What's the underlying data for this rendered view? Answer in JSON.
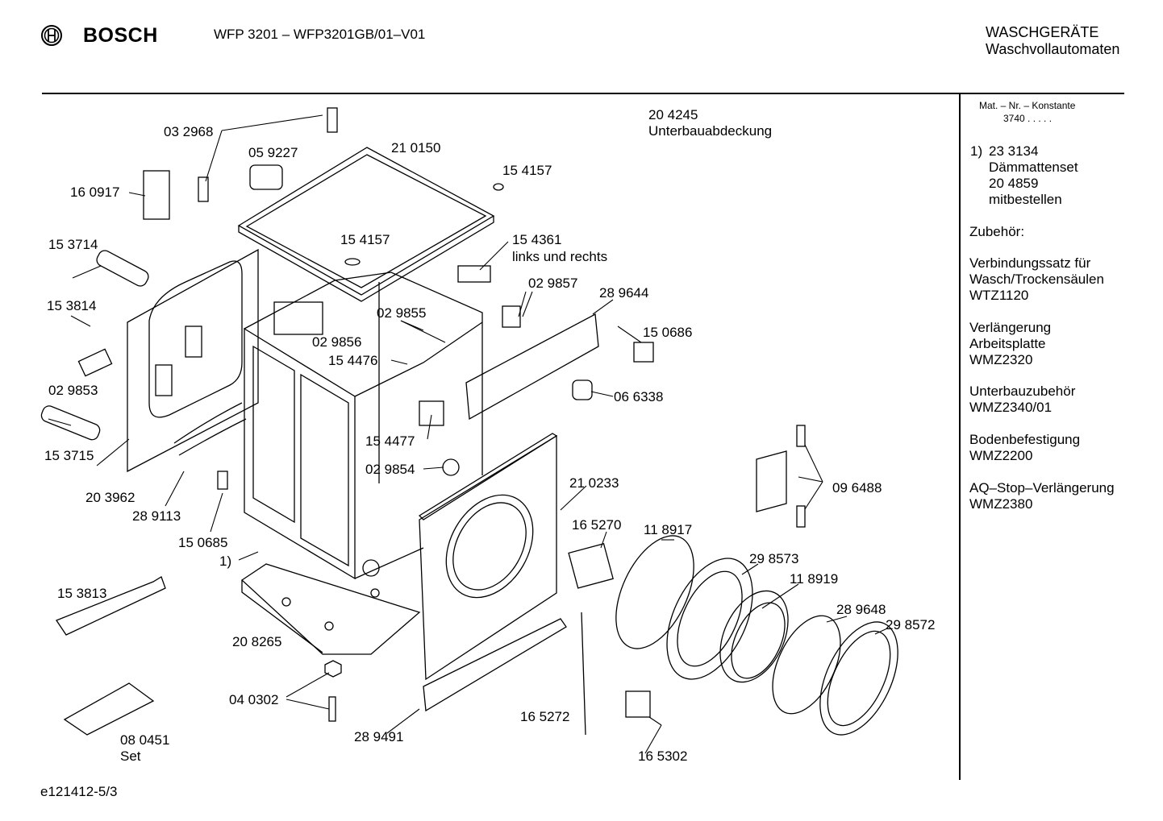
{
  "header": {
    "brand": "BOSCH",
    "model": "WFP 3201 – WFP3201GB/01–V01",
    "category_line1": "WASCHGERÄTE",
    "category_line2": "Waschvollautomaten"
  },
  "parts": {
    "p032968": "03 2968",
    "p059227": "05 9227",
    "p210150": "21 0150",
    "p204245": "20 4245",
    "p204245_desc": "Unterbauabdeckung",
    "p160917": "16 0917",
    "p154157_a": "15 4157",
    "p153714": "15 3714",
    "p154157_b": "15 4157",
    "p154361": "15 4361",
    "p154361_desc": "links und rechts",
    "p153814": "15 3814",
    "p029857": "02 9857",
    "p289644": "28 9644",
    "p029855": "02 9855",
    "p150686": "15 0686",
    "p029856": "02 9856",
    "p154476": "15 4476",
    "p029853": "02 9853",
    "p066338": "06 6338",
    "p153715": "15 3715",
    "p154477": "15 4477",
    "p203962": "20 3962",
    "p029854": "02 9854",
    "p289113": "28 9113",
    "p210233": "21 0233",
    "p096488": "09 6488",
    "p150685": "15 0685",
    "p165270": "16 5270",
    "p118917": "11 8917",
    "p1": "1)",
    "p298573": "29 8573",
    "p118919": "11 8919",
    "p153813": "15 3813",
    "p289648": "28 9648",
    "p298572": "29 8572",
    "p208265": "20 8265",
    "p040302": "04 0302",
    "p165272": "16 5272",
    "p080451": "08 0451",
    "p080451_desc": "Set",
    "p289491": "28 9491",
    "p165302": "16 5302"
  },
  "sidebar": {
    "mat_title": "Mat. – Nr. – Konstante",
    "mat_value": "3740  .  .  .  .  .",
    "note_num": "1)",
    "note_line1": "23 3134",
    "note_line2": "Dämmattenset",
    "note_line3": "20 4859",
    "note_line4": "mitbestellen",
    "accessories_title": "Zubehör:",
    "acc1_line1": "Verbindungssatz für",
    "acc1_line2": "Wasch/Trockensäulen",
    "acc1_line3": "WTZ1120",
    "acc2_line1": "Verlängerung",
    "acc2_line2": "Arbeitsplatte",
    "acc2_line3": "WMZ2320",
    "acc3_line1": "Unterbauzubehör",
    "acc3_line2": "WMZ2340/01",
    "acc4_line1": "Bodenbefestigung",
    "acc4_line2": "WMZ2200",
    "acc5_line1": "AQ–Stop–Verlängerung",
    "acc5_line2": "WMZ2380"
  },
  "footer": {
    "drawing_id": "e121412-5/3"
  }
}
